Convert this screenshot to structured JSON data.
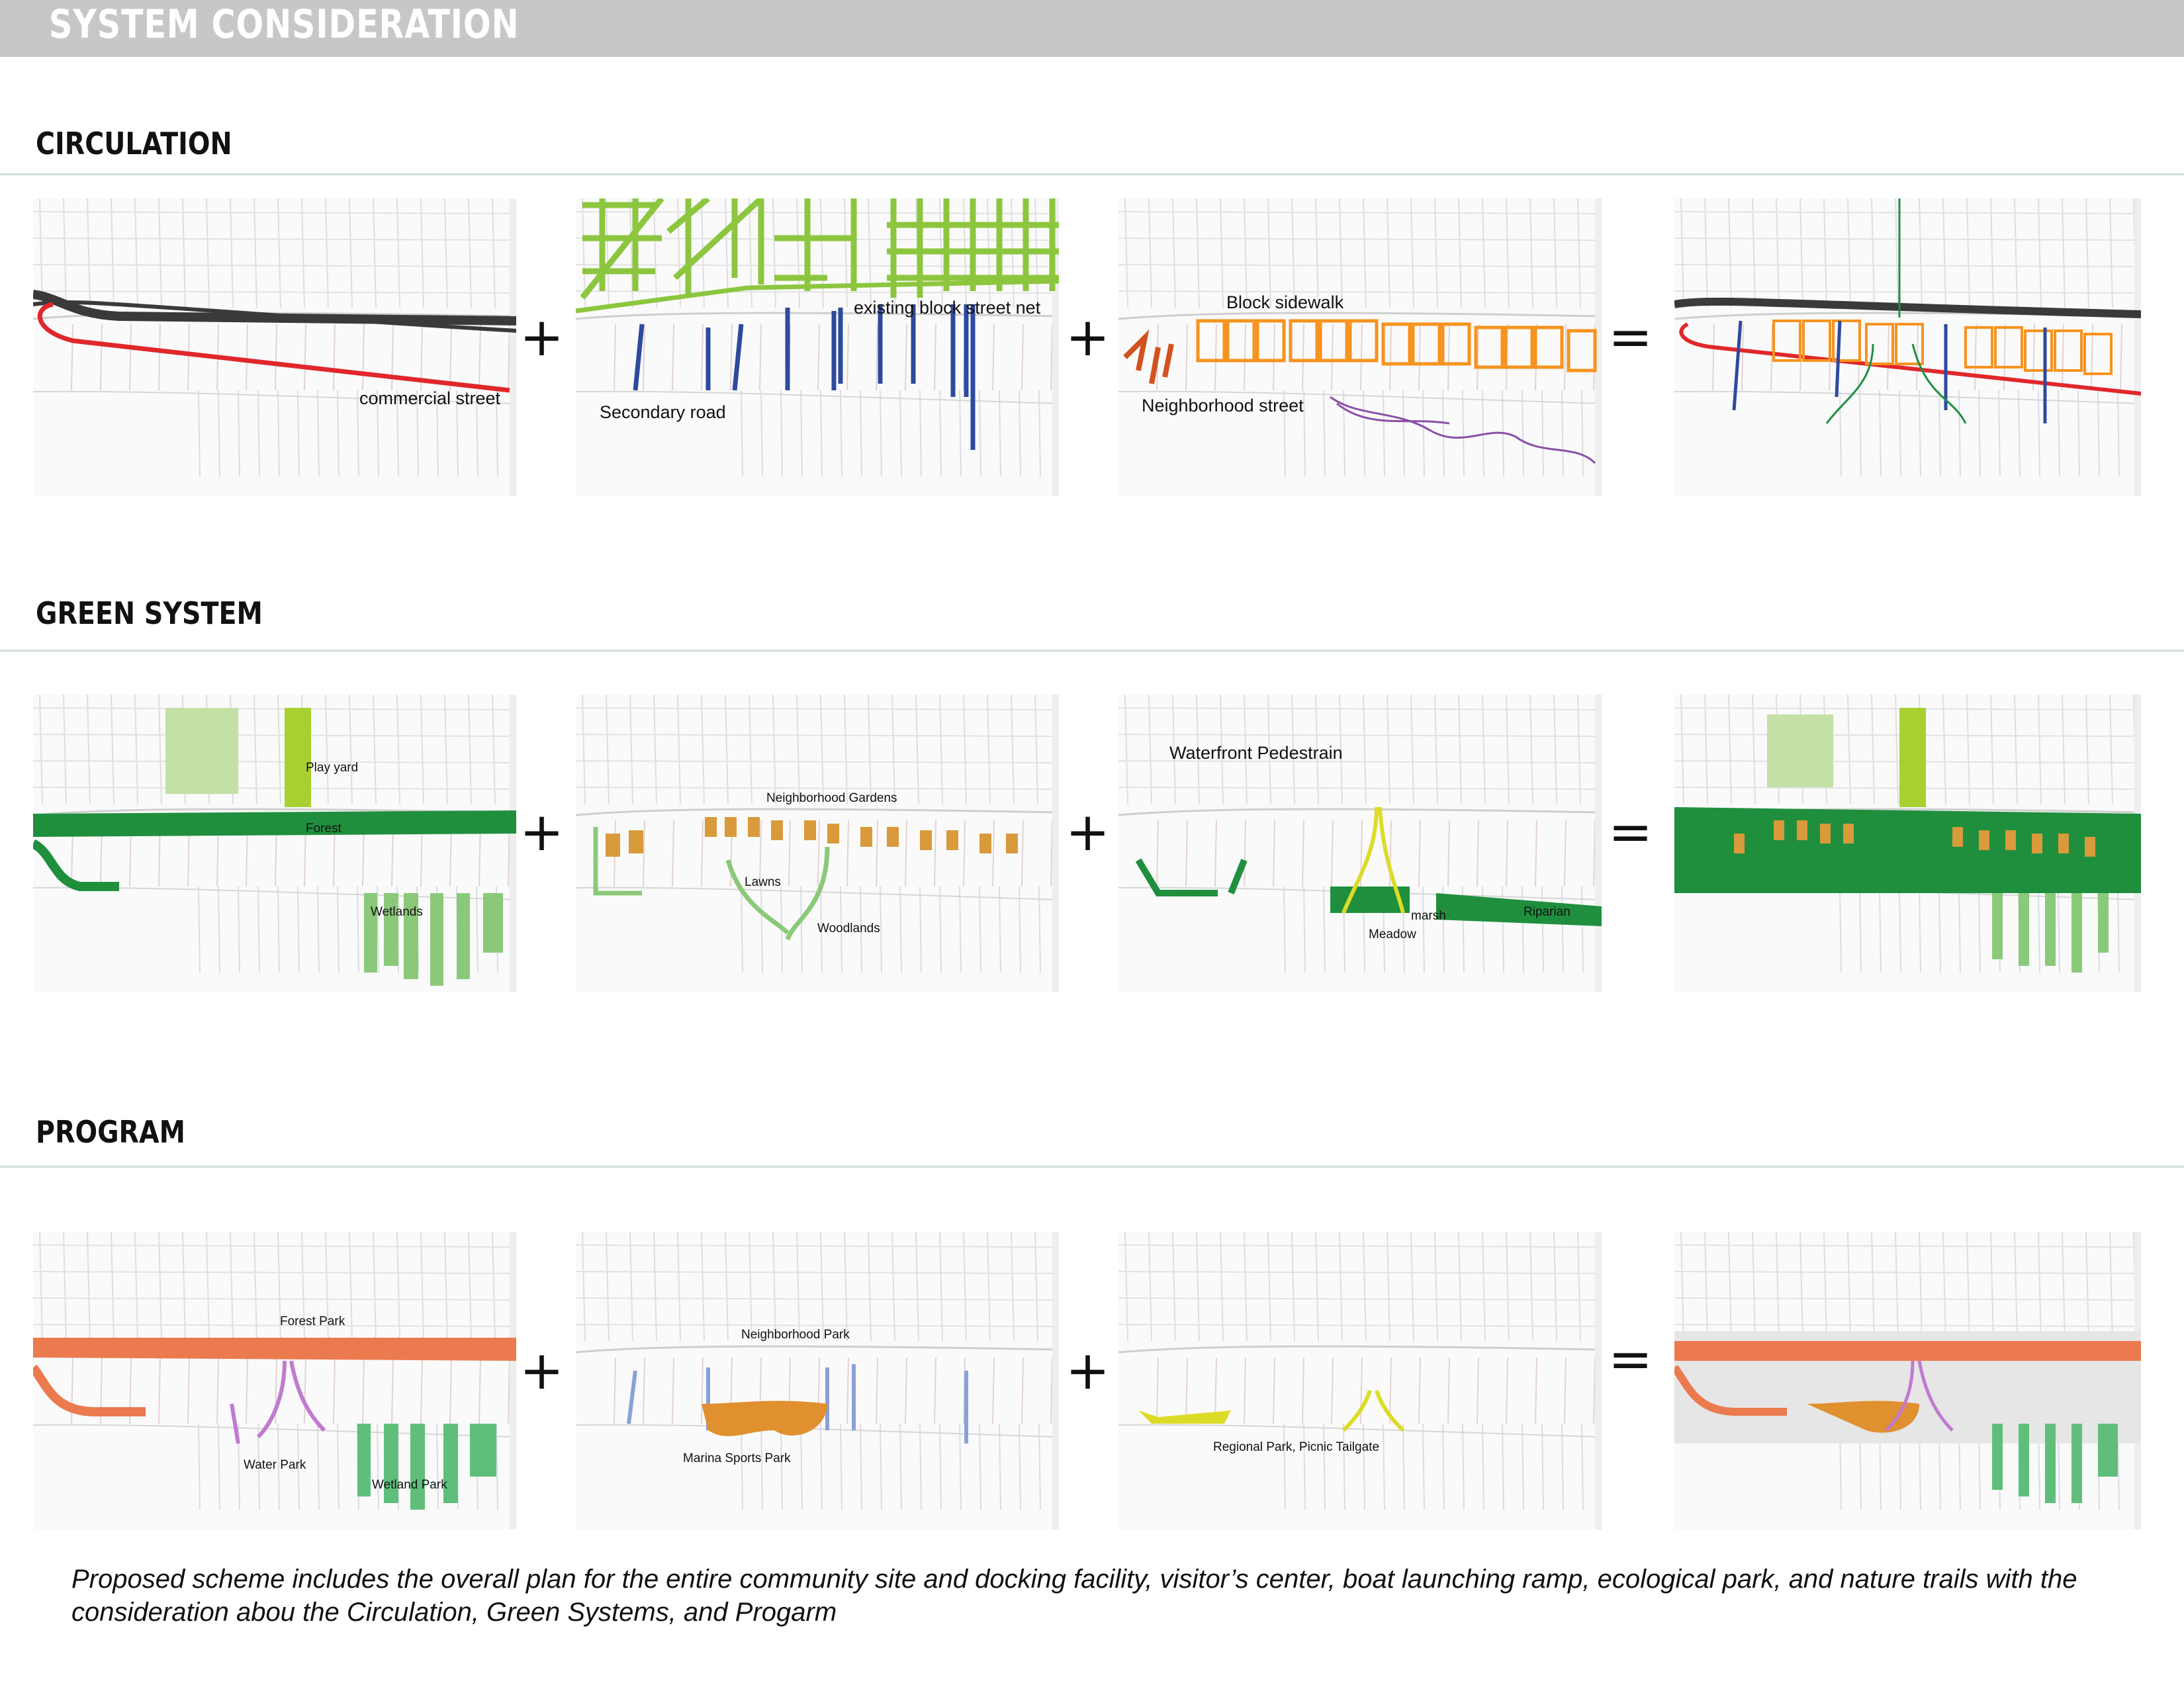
{
  "header": {
    "title": "SYSTEM CONSIDERATION"
  },
  "sections": [
    {
      "title": "CIRCULATION",
      "labels": [
        "commercial street",
        "existing block street net",
        "Secondary road",
        "Block sidewalk",
        "Neighborhood street"
      ]
    },
    {
      "title": "GREEN SYSTEM",
      "labels": [
        "Play yard",
        "Forest",
        "Wetlands",
        "Neighborhood Gardens",
        "Lawns",
        "Woodlands",
        "Waterfront Pedestrain",
        "marsh",
        "Riparian",
        "Meadow"
      ]
    },
    {
      "title": "PROGRAM",
      "labels": [
        "Forest Park",
        "Water Park",
        "Wetland Park",
        "Neighborhood Park",
        "Marina Sports Park",
        "Regional Park, Picnic Tailgate"
      ]
    }
  ],
  "operators": {
    "plus": "+",
    "equals": "="
  },
  "caption": "Proposed scheme includes the overall plan for the entire community site and docking facility, visitor’s center, boat launching ramp, ecological park, and nature trails with the consideration abou the Circulation, Green Systems, and Progarm",
  "colors": {
    "commercial_street": "#e0272b",
    "highway": "#3a3a3a",
    "block_street_net": "#8cc63f",
    "secondary_road": "#2e4a9e",
    "sidewalk": "#f7931e",
    "neighborhood_street": "#d2521f",
    "forest": "#1f8f3e",
    "play_yard": "#a8d031",
    "wetland": "#8bc97a",
    "garden": "#d89a3a",
    "forest_park": "#ec7a4f",
    "water_park": "#c07ad0",
    "wetland_park": "#5fbf7a",
    "neighborhood_park": "#8aa0d8",
    "marina_sports_park": "#e0902f",
    "regional_park": "#dcdc28"
  }
}
